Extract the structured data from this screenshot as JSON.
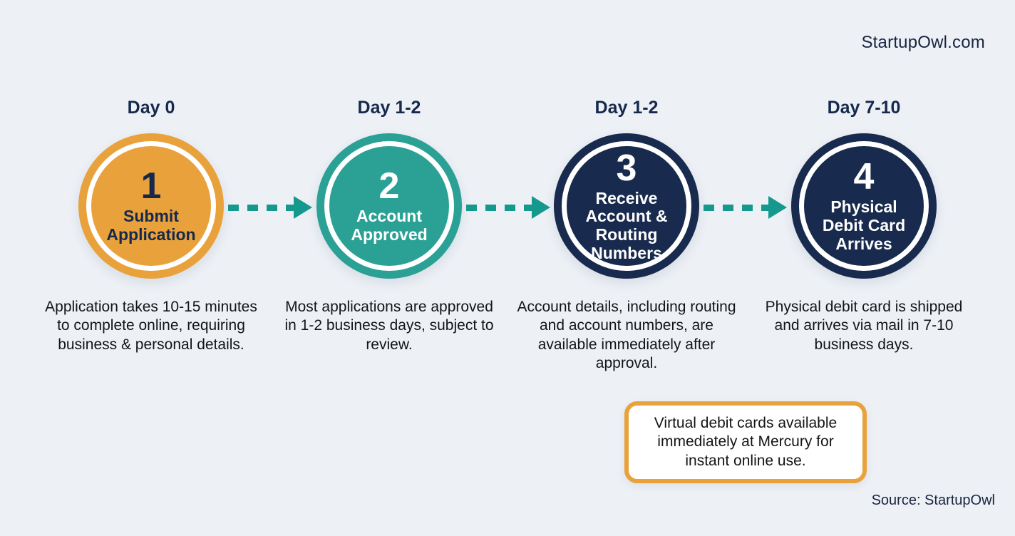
{
  "brand": "StartupOwl.com",
  "source": "Source: StartupOwl",
  "colors": {
    "background": "#EDF1F6",
    "orange": "#E9A23B",
    "teal": "#2BA196",
    "navy": "#182A4D",
    "arrow_teal": "#16998D",
    "heading_navy": "#16294D",
    "body_text": "#141417"
  },
  "steps": [
    {
      "day": "Day 0",
      "number": "1",
      "title": "Submit Application",
      "description": "Application takes 10-15 minutes to complete online, requiring business & personal details.",
      "circle_color": "#E9A23B",
      "text_color": "#16294D"
    },
    {
      "day": "Day 1-2",
      "number": "2",
      "title": "Account Approved",
      "description": "Most applications are approved in 1-2 business days, subject to review.",
      "circle_color": "#2BA196",
      "text_color": "#FFFFFF"
    },
    {
      "day": "Day 1-2",
      "number": "3",
      "title": "Receive Account & Routing Numbers",
      "description": "Account details, including routing and account numbers, are available immediately after approval.",
      "circle_color": "#182A4D",
      "text_color": "#FFFFFF"
    },
    {
      "day": "Day 7-10",
      "number": "4",
      "title": "Physical Debit Card Arrives",
      "description": "Physical debit card is shipped and arrives via mail in 7-10 business days.",
      "circle_color": "#182A4D",
      "text_color": "#FFFFFF"
    }
  ],
  "callout": {
    "text": "Virtual debit cards available immediately at Mercury for instant online use.",
    "border_color": "#E9A23B"
  }
}
